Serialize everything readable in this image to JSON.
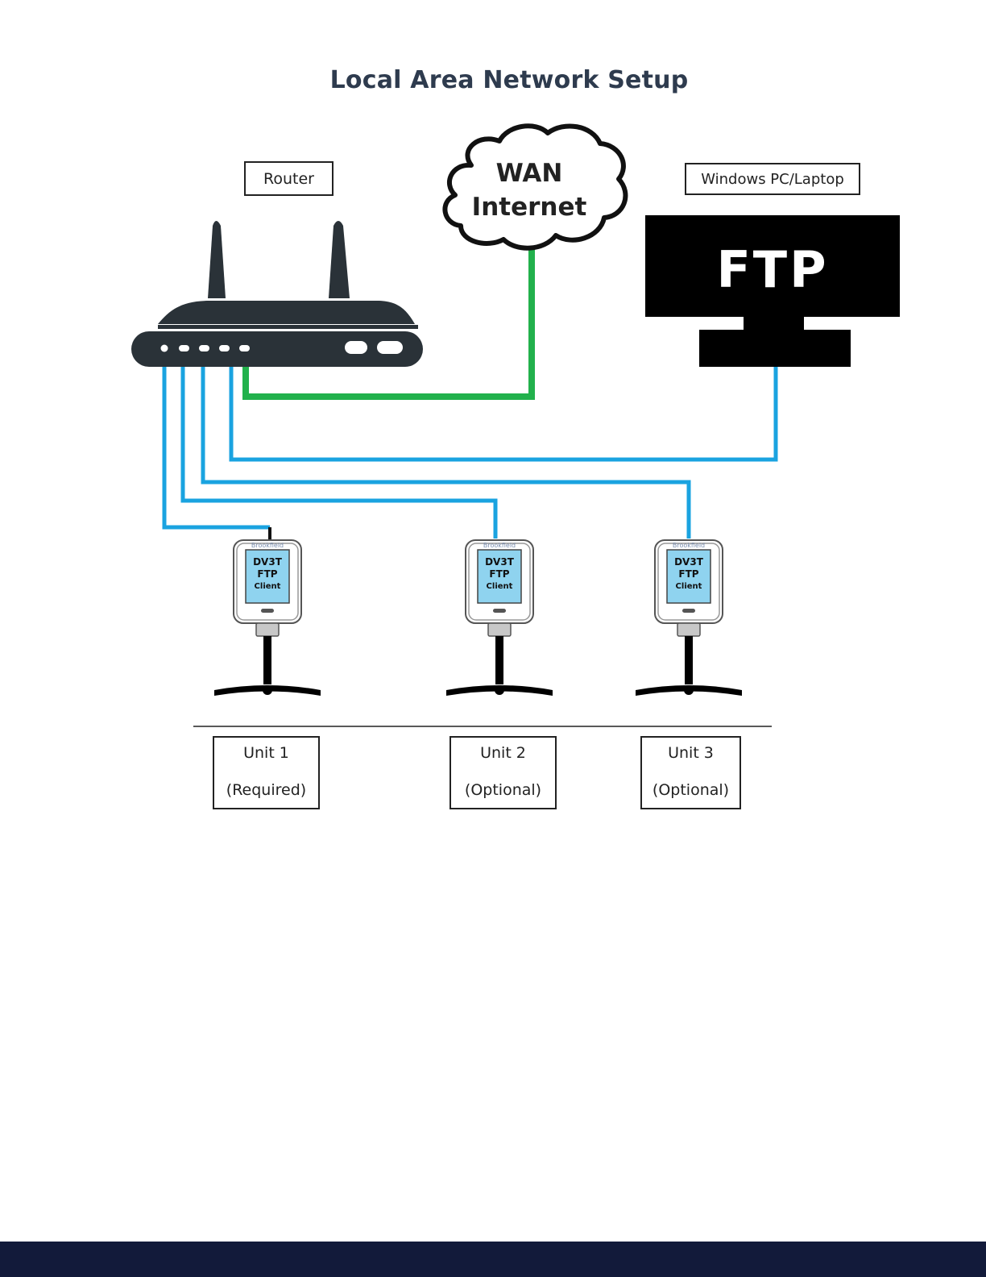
{
  "page": {
    "title": "Local Area Network Setup"
  },
  "router": {
    "label": "Router"
  },
  "cloud": {
    "line1": "WAN",
    "line2": "Internet"
  },
  "pc": {
    "label": "Windows PC/Laptop",
    "screen_text": "FTP"
  },
  "units": [
    {
      "title": "Unit 1",
      "note": "(Required)",
      "brand": "Brookfield",
      "screen_lines": [
        "DV3T",
        "FTP",
        "Client"
      ]
    },
    {
      "title": "Unit 2",
      "note": "(Optional)",
      "brand": "Brookfield",
      "screen_lines": [
        "DV3T",
        "FTP",
        "Client"
      ]
    },
    {
      "title": "Unit 3",
      "note": "(Optional)",
      "brand": "Brookfield",
      "screen_lines": [
        "DV3T",
        "FTP",
        "Client"
      ]
    }
  ],
  "colors": {
    "lan_cable": "#1aa3e0",
    "wan_cable": "#22b14c",
    "device_dark": "#2a3238",
    "unit_screen": "#8fd3ef",
    "footer": "#121a3a"
  }
}
